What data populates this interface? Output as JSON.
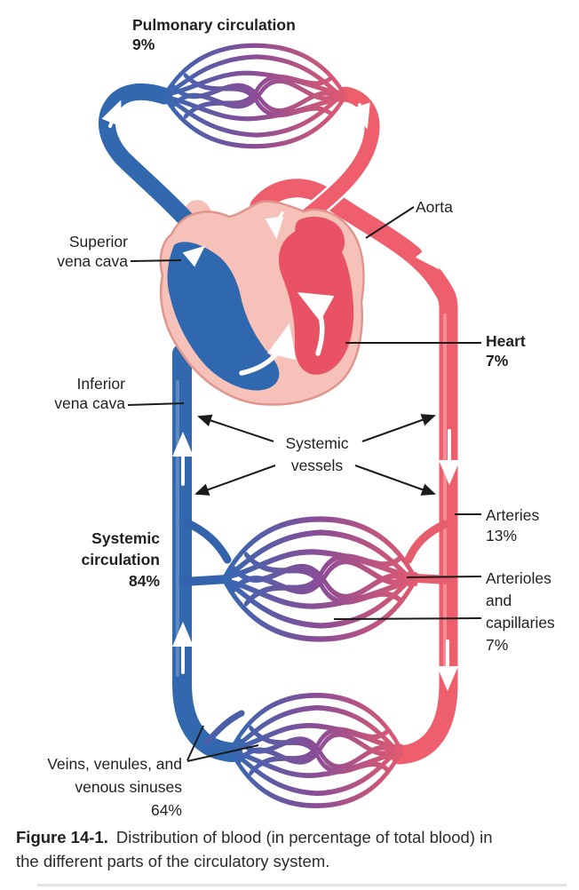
{
  "figure": {
    "labels": {
      "pulmonary_circulation": {
        "name": "Pulmonary circulation",
        "value": "9%"
      },
      "aorta": {
        "name": "Aorta"
      },
      "superior_vena_cava": {
        "line1": "Superior",
        "line2": "vena cava"
      },
      "heart": {
        "name": "Heart",
        "value": "7%"
      },
      "inferior_vena_cava": {
        "line1": "Inferior",
        "line2": "vena cava"
      },
      "systemic_vessels": {
        "line1": "Systemic",
        "line2": "vessels"
      },
      "systemic_circulation": {
        "line1": "Systemic",
        "line2": "circulation",
        "value": "84%"
      },
      "arteries": {
        "name": "Arteries",
        "value": "13%"
      },
      "arterioles_capillaries": {
        "line1": "Arterioles",
        "line2": "and",
        "line3": "capillaries",
        "value": "7%"
      },
      "veins_venules": {
        "line1": "Veins, venules, and",
        "line2": "venous sinuses",
        "value": "64%"
      }
    },
    "caption": {
      "label": "Figure 14-1.",
      "line1": "Distribution of blood (in percentage of total blood) in",
      "line2": "the different parts of the circulatory system."
    },
    "colors": {
      "artery_red": "#ee5e6c",
      "vein_blue": "#3168ae",
      "capillary_purple": "#7c4fa0",
      "heart_wall_pink": "#f6c1b9",
      "heart_chamber_red": "#e95265",
      "heart_chamber_blue": "#2f68af",
      "label_black": "#231f20"
    }
  }
}
